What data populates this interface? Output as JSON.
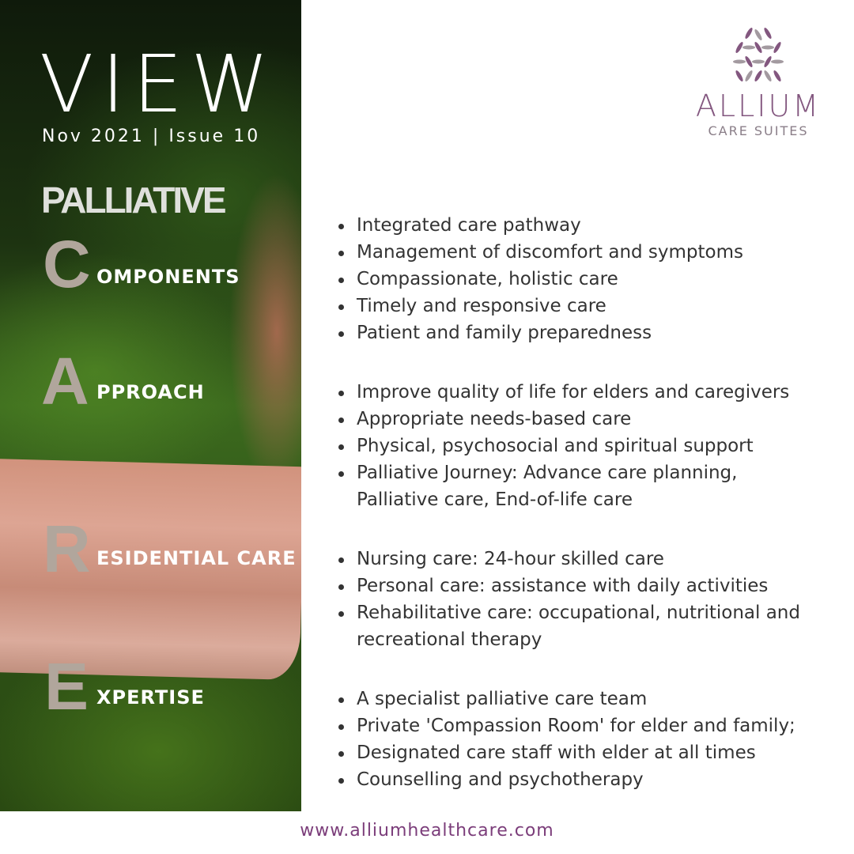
{
  "header": {
    "title": "VIEW",
    "issue": "Nov 2021 | Issue 10",
    "subtitle": "PALLIATIVE"
  },
  "logo": {
    "name": "ALLIUM",
    "tagline": "CARE SUITES"
  },
  "sections": [
    {
      "letter": "C",
      "rest": "OMPONENTS",
      "items": [
        "Integrated care pathway",
        "Management of discomfort and symptoms",
        "Compassionate, holistic care",
        "Timely and responsive care",
        "Patient and family preparedness"
      ]
    },
    {
      "letter": "A",
      "rest": "PPROACH",
      "items": [
        "Improve quality of life for elders and caregivers",
        "Appropriate needs-based care",
        "Physical, psychosocial and spiritual support",
        "Palliative Journey: Advance care planning, Palliative care, End-of-life care"
      ]
    },
    {
      "letter": "R",
      "rest": "ESIDENTIAL CARE",
      "items": [
        "Nursing care: 24-hour skilled care",
        "Personal care: assistance with daily activities",
        "Rehabilitative care: occupational, nutritional and recreational therapy"
      ]
    },
    {
      "letter": "E",
      "rest": "XPERTISE",
      "items": [
        "A specialist palliative care team",
        "Private 'Compassion Room' for elder and family;",
        "Designated care staff with elder at all times",
        "Counselling and psychotherapy"
      ]
    }
  ],
  "footer": {
    "url": "www.alliumhealthcare.com"
  },
  "colors": {
    "brand": "#83577f",
    "letter": "#b1a69c",
    "url": "#7b3d7a"
  }
}
